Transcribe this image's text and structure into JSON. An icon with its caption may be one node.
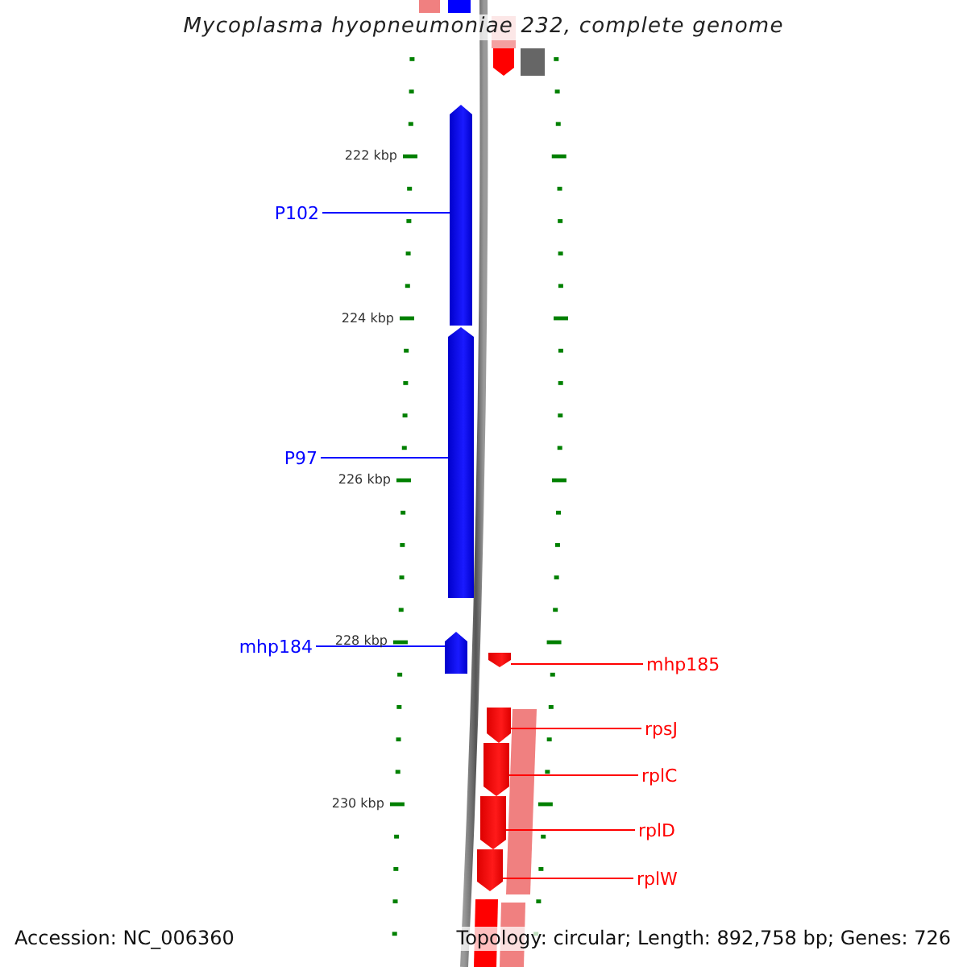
{
  "diagram": {
    "title": "Mycoplasma hyopneumoniae 232, complete genome",
    "nodes": [
      {
        "text": [
          "P102"
        ]
      },
      {
        "text": [
          "P97"
        ]
      },
      {
        "text": [
          "mhp184"
        ]
      },
      {
        "text": [
          "mhp185"
        ]
      },
      {
        "text": [
          "rpsJ"
        ]
      },
      {
        "text": [
          "rplC"
        ]
      },
      {
        "text": [
          "rplD"
        ]
      },
      {
        "text": [
          "rplW"
        ]
      },
      {
        "text": [],
        "shape": "bar"
      },
      {
        "text": [],
        "shape": "bar"
      },
      {
        "text": [],
        "shape": "bar"
      },
      {
        "text": [],
        "shape": "bar"
      },
      {
        "text": [],
        "shape": "bar"
      },
      {
        "text": [],
        "shape": "bar"
      },
      {
        "text": [],
        "shape": "bar"
      },
      {
        "text": [],
        "shape": "bar"
      }
    ],
    "edges": [
      {
        "from": 0,
        "to": 8,
        "arrow": "none",
        "color": "#0000ff"
      },
      {
        "from": 1,
        "to": 9,
        "arrow": "none",
        "color": "#0000ff"
      },
      {
        "from": 2,
        "to": 10,
        "arrow": "none",
        "color": "#0000ff"
      },
      {
        "from": 3,
        "to": 11,
        "arrow": "none"
      },
      {
        "from": 4,
        "to": 12,
        "arrow": "none"
      },
      {
        "from": 5,
        "to": 13,
        "arrow": "none"
      },
      {
        "from": 6,
        "to": 14,
        "arrow": "none"
      },
      {
        "from": 7,
        "to": 15,
        "arrow": "none"
      }
    ],
    "labels": [
      "222 kbp",
      "224 kbp",
      "226 kbp",
      "228 kbp",
      "230 kbp",
      "Accession: NC_006360",
      "Topology: circular; Length: 892,758 bp; Genes: 726"
    ]
  }
}
